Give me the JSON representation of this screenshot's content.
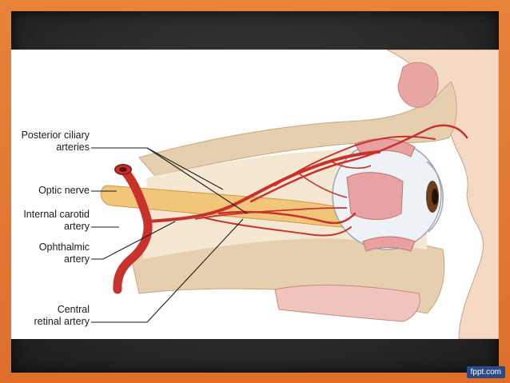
{
  "diagram": {
    "labels": {
      "posterior_ciliary_line1": "Posterior ciliary",
      "posterior_ciliary_line2": "arteries",
      "optic_nerve": "Optic nerve",
      "internal_carotid_line1": "Internal carotid",
      "internal_carotid_line2": "artery",
      "ophthalmic_line1": "Ophthalmic",
      "ophthalmic_line2": "artery",
      "central_retinal_line1": "Central",
      "central_retinal_line2": "retinal artery"
    }
  },
  "watermark": "fppt.com",
  "colors": {
    "frame": "#e27a33",
    "board": "#262626",
    "artery": "#c8322b",
    "nerve": "#f2c67a",
    "bone": "#e3c9a5",
    "eye": "#eef1f6",
    "skin": "#f4d9c4"
  }
}
